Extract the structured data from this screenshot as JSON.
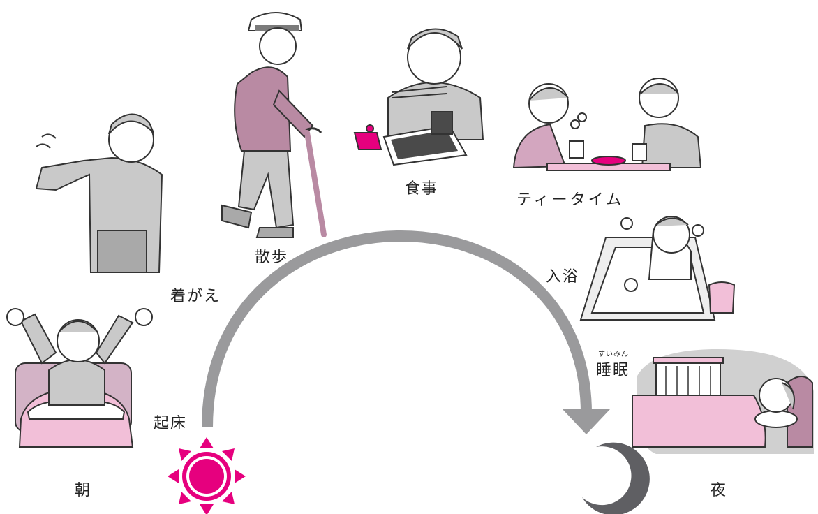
{
  "labels": {
    "morning": "朝",
    "wake_up": "起床",
    "dressing": "着がえ",
    "walk": "散歩",
    "meal": "食事",
    "tea_time": "ティータイム",
    "bath": "入浴",
    "sleep": "睡眠",
    "sleep_ruby": "すいみん",
    "night": "夜"
  },
  "icons": {
    "start": "sun-icon",
    "end": "moon-icon",
    "flow": "arc-arrow"
  },
  "colors": {
    "sun": "#e6007e",
    "moon": "#5f5f63",
    "arrow": "#9a9a9c",
    "pink": "#f2bfd8",
    "mauve": "#b98aa3",
    "gray": "#c9c9c9",
    "outline": "#333333"
  }
}
